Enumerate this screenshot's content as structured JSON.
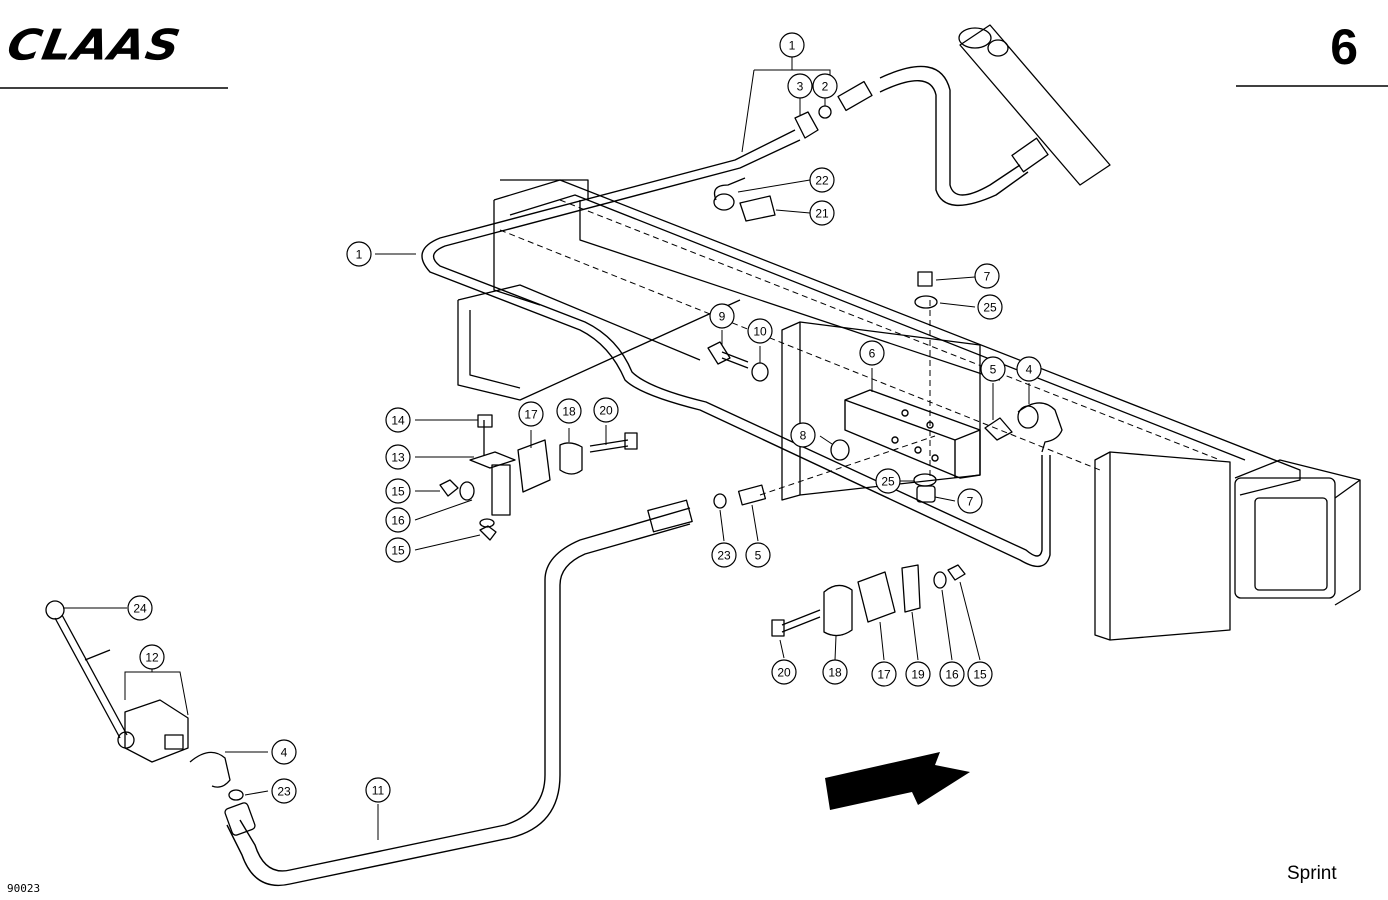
{
  "header": {
    "brand": "CLAAS",
    "page_number": "6"
  },
  "footer": {
    "model": "Sprint",
    "drawing_number": "90023"
  },
  "callouts": [
    {
      "id": "c1a",
      "label": "1"
    },
    {
      "id": "c2",
      "label": "2"
    },
    {
      "id": "c3",
      "label": "3"
    },
    {
      "id": "c22",
      "label": "22"
    },
    {
      "id": "c21",
      "label": "21"
    },
    {
      "id": "c1b",
      "label": "1"
    },
    {
      "id": "c7a",
      "label": "7"
    },
    {
      "id": "c25a",
      "label": "25"
    },
    {
      "id": "c9",
      "label": "9"
    },
    {
      "id": "c10",
      "label": "10"
    },
    {
      "id": "c6",
      "label": "6"
    },
    {
      "id": "c5a",
      "label": "5"
    },
    {
      "id": "c4a",
      "label": "4"
    },
    {
      "id": "c8",
      "label": "8"
    },
    {
      "id": "c25b",
      "label": "25"
    },
    {
      "id": "c7b",
      "label": "7"
    },
    {
      "id": "c14",
      "label": "14"
    },
    {
      "id": "c17a",
      "label": "17"
    },
    {
      "id": "c18a",
      "label": "18"
    },
    {
      "id": "c20a",
      "label": "20"
    },
    {
      "id": "c13",
      "label": "13"
    },
    {
      "id": "c15a",
      "label": "15"
    },
    {
      "id": "c16a",
      "label": "16"
    },
    {
      "id": "c15b",
      "label": "15"
    },
    {
      "id": "c23a",
      "label": "23"
    },
    {
      "id": "c5b",
      "label": "5"
    },
    {
      "id": "c20b",
      "label": "20"
    },
    {
      "id": "c18b",
      "label": "18"
    },
    {
      "id": "c17b",
      "label": "17"
    },
    {
      "id": "c19",
      "label": "19"
    },
    {
      "id": "c16b",
      "label": "16"
    },
    {
      "id": "c15c",
      "label": "15"
    },
    {
      "id": "c24",
      "label": "24"
    },
    {
      "id": "c12",
      "label": "12"
    },
    {
      "id": "c4b",
      "label": "4"
    },
    {
      "id": "c23b",
      "label": "23"
    },
    {
      "id": "c11",
      "label": "11"
    }
  ]
}
